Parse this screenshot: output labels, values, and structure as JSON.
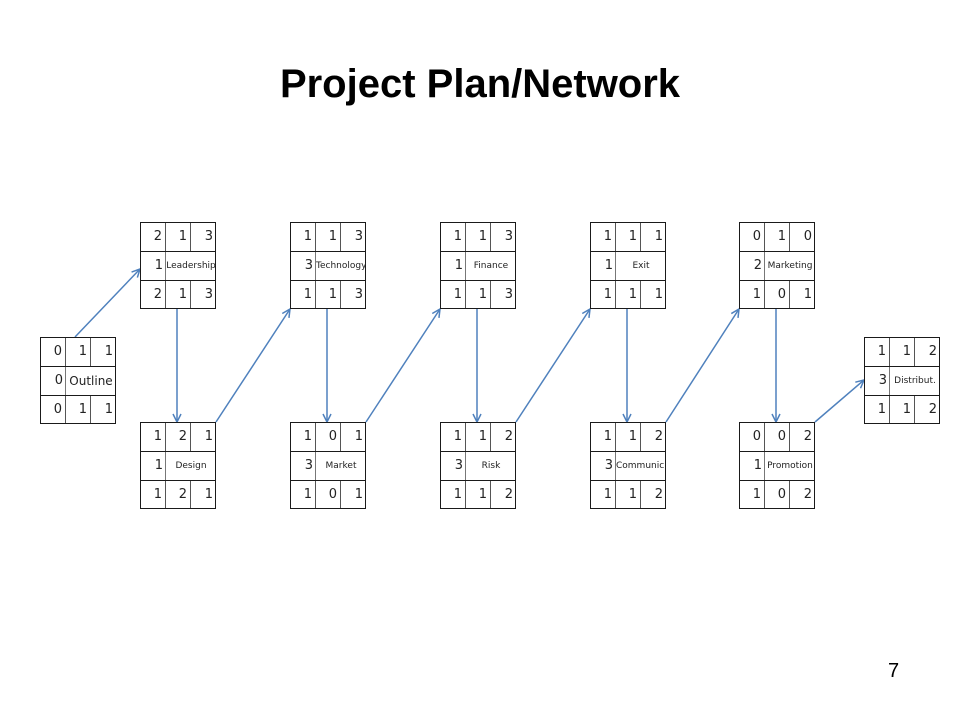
{
  "title": "Project Plan/Network",
  "page_number": "7",
  "colors": {
    "arrow": "#4f81bd",
    "border": "#1a1a1a"
  },
  "nodes": [
    {
      "id": "outline",
      "label": "Outline",
      "top": [
        "0",
        "1",
        "1"
      ],
      "mid": "0",
      "bottom": [
        "0",
        "1",
        "1"
      ]
    },
    {
      "id": "leadership",
      "label": "Leadership",
      "top": [
        "2",
        "1",
        "3"
      ],
      "mid": "1",
      "bottom": [
        "2",
        "1",
        "3"
      ]
    },
    {
      "id": "design",
      "label": "Design",
      "top": [
        "1",
        "2",
        "1"
      ],
      "mid": "1",
      "bottom": [
        "1",
        "2",
        "1"
      ]
    },
    {
      "id": "technology",
      "label": "Technology",
      "top": [
        "1",
        "1",
        "3"
      ],
      "mid": "3",
      "bottom": [
        "1",
        "1",
        "3"
      ]
    },
    {
      "id": "market",
      "label": "Market",
      "top": [
        "1",
        "0",
        "1"
      ],
      "mid": "3",
      "bottom": [
        "1",
        "0",
        "1"
      ]
    },
    {
      "id": "finance",
      "label": "Finance",
      "top": [
        "1",
        "1",
        "3"
      ],
      "mid": "1",
      "bottom": [
        "1",
        "1",
        "3"
      ]
    },
    {
      "id": "risk",
      "label": "Risk",
      "top": [
        "1",
        "1",
        "2"
      ],
      "mid": "3",
      "bottom": [
        "1",
        "1",
        "2"
      ]
    },
    {
      "id": "exit",
      "label": "Exit",
      "top": [
        "1",
        "1",
        "1"
      ],
      "mid": "1",
      "bottom": [
        "1",
        "1",
        "1"
      ]
    },
    {
      "id": "communic",
      "label": "Communic.",
      "top": [
        "1",
        "1",
        "2"
      ],
      "mid": "3",
      "bottom": [
        "1",
        "1",
        "2"
      ]
    },
    {
      "id": "marketing",
      "label": "Marketing",
      "top": [
        "0",
        "1",
        "0"
      ],
      "mid": "2",
      "bottom": [
        "1",
        "0",
        "1"
      ]
    },
    {
      "id": "promotion",
      "label": "Promotion",
      "top": [
        "0",
        "0",
        "2"
      ],
      "mid": "1",
      "bottom": [
        "1",
        "0",
        "2"
      ]
    },
    {
      "id": "distribut",
      "label": "Distribut.",
      "top": [
        "1",
        "1",
        "2"
      ],
      "mid": "3",
      "bottom": [
        "1",
        "1",
        "2"
      ]
    }
  ],
  "edges": [
    [
      "outline",
      "leadership"
    ],
    [
      "leadership",
      "design"
    ],
    [
      "design",
      "technology"
    ],
    [
      "technology",
      "market"
    ],
    [
      "market",
      "finance"
    ],
    [
      "finance",
      "risk"
    ],
    [
      "risk",
      "exit"
    ],
    [
      "exit",
      "communic"
    ],
    [
      "communic",
      "marketing"
    ],
    [
      "marketing",
      "promotion"
    ],
    [
      "promotion",
      "distribut"
    ]
  ]
}
